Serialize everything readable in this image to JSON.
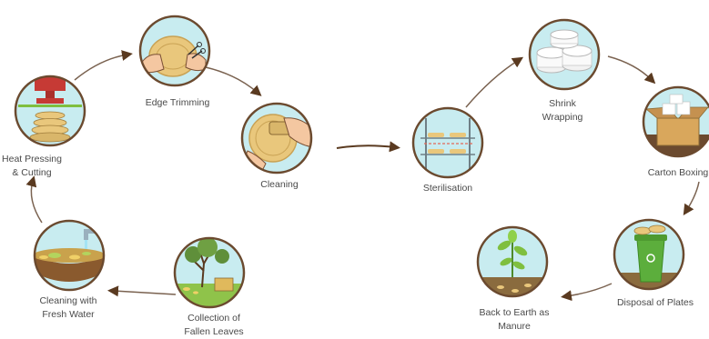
{
  "steps": {
    "edge_trimming": "Edge Trimming",
    "heat_pressing": "Heat Pressing\n& Cutting",
    "cleaning": "Cleaning",
    "cleaning_fresh_water": "Cleaning with\nFresh Water",
    "collection": "Collection of\nFallen Leaves",
    "sterilisation": "Sterilisation",
    "shrink_wrapping": "Shrink\nWrapping",
    "carton_boxing": "Carton Boxing",
    "disposal": "Disposal of Plates",
    "back_to_earth": "Back to Earth as\nManure"
  },
  "icons": [
    "edge-trimming-icon",
    "heat-pressing-icon",
    "cleaning-icon",
    "fresh-water-icon",
    "fallen-leaves-icon",
    "sterilisation-icon",
    "shrink-wrap-icon",
    "carton-box-icon",
    "disposal-bin-icon",
    "plant-icon"
  ],
  "colors": {
    "circle_fill": "#c8ecf0",
    "circle_border": "#6b4a2f",
    "arrow": "#7a6250",
    "arrowhead": "#5a3a20",
    "leaf_plate": "#e9c77c",
    "soil": "#8a6b3e",
    "grass": "#8fc34a"
  }
}
